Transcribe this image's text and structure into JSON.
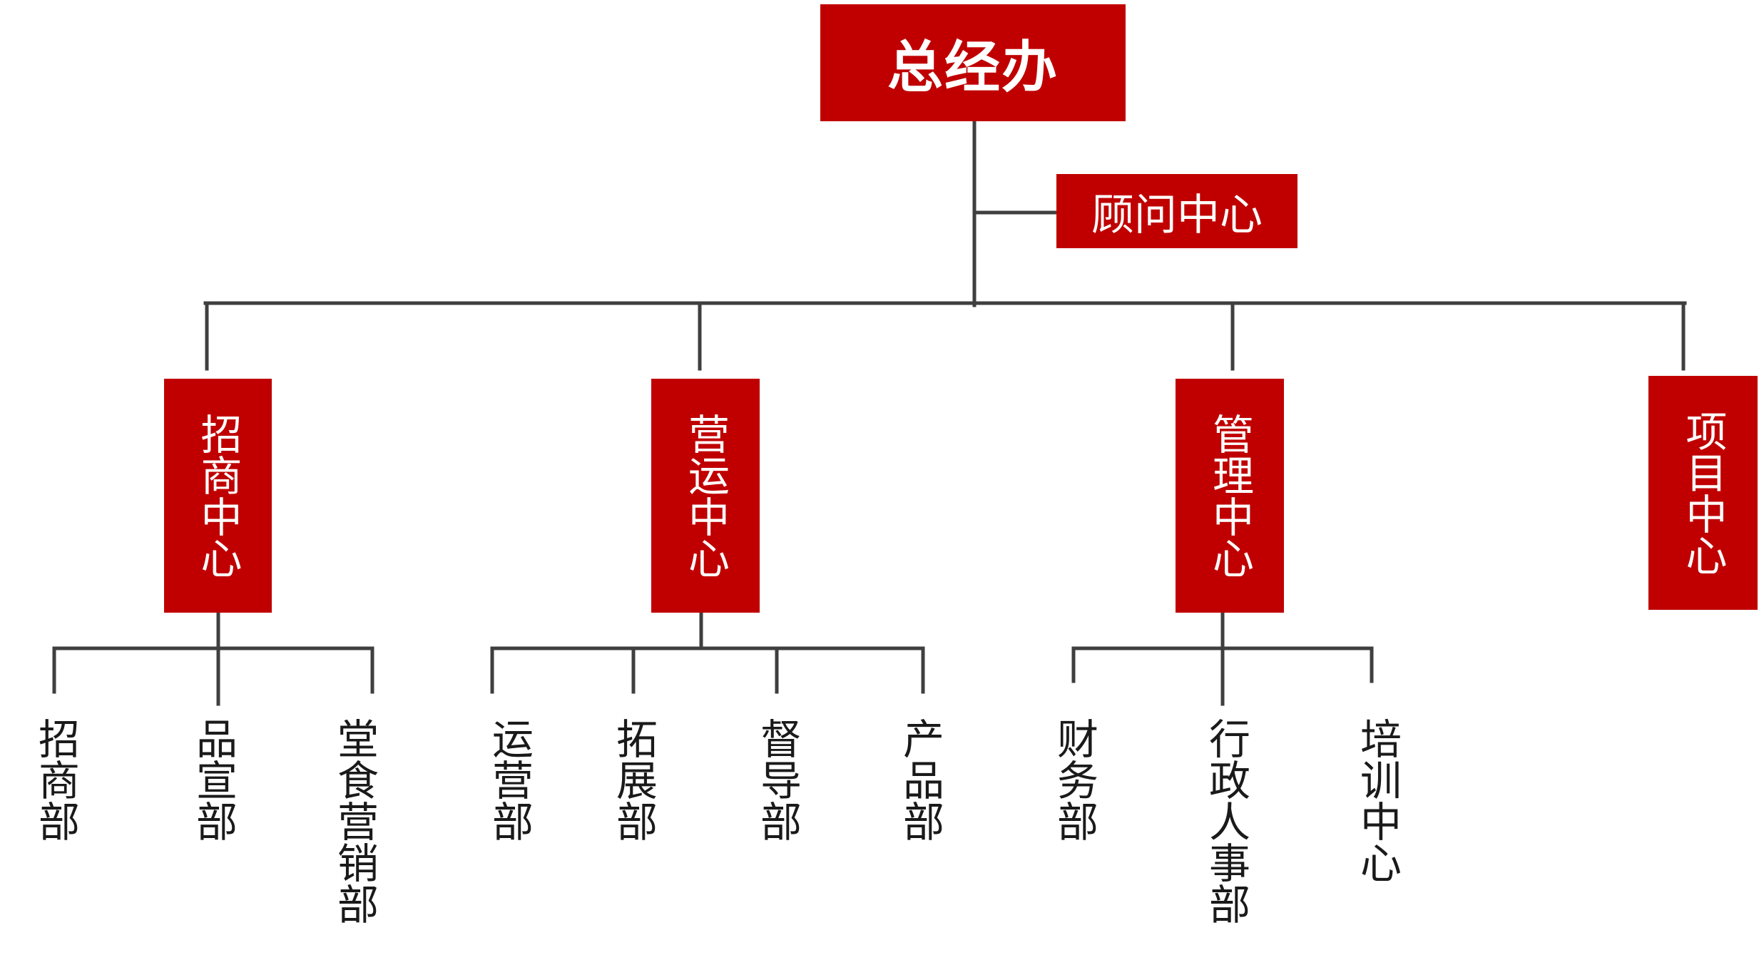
{
  "root": {
    "label": "总经办"
  },
  "advisor": {
    "label": "顾问中心"
  },
  "centers": [
    {
      "label": "招商中心",
      "departments": [
        "招商部",
        "品宣部",
        "堂食营销部"
      ]
    },
    {
      "label": "营运中心",
      "departments": [
        "运营部",
        "拓展部",
        "督导部",
        "产品部"
      ]
    },
    {
      "label": "管理中心",
      "departments": [
        "财务部",
        "行政人事部",
        "培训中心"
      ]
    },
    {
      "label": "项目中心",
      "departments": []
    }
  ],
  "colors": {
    "box_fill": "#c00000",
    "box_text": "#ffffff",
    "line": "#3f3f3f",
    "dept_text": "#1a1a1a"
  }
}
